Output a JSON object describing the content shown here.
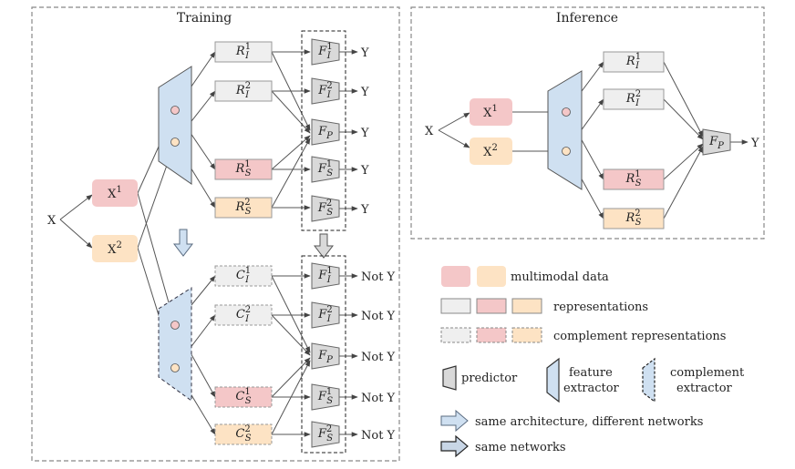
{
  "panels": {
    "training_title": "Training",
    "inference_title": "Inference"
  },
  "training": {
    "input": "X",
    "x1": "X1",
    "x2": "X2",
    "reps": [
      {
        "base": "R",
        "sub": "I",
        "sup": "1"
      },
      {
        "base": "R",
        "sub": "I",
        "sup": "2"
      },
      {
        "base": "R",
        "sub": "S",
        "sup": "1"
      },
      {
        "base": "R",
        "sub": "S",
        "sup": "2"
      }
    ],
    "comp_reps": [
      {
        "base": "C",
        "sub": "I",
        "sup": "1"
      },
      {
        "base": "C",
        "sub": "I",
        "sup": "2"
      },
      {
        "base": "C",
        "sub": "S",
        "sup": "1"
      },
      {
        "base": "C",
        "sub": "S",
        "sup": "2"
      }
    ],
    "predictors": [
      {
        "base": "F",
        "sub": "I",
        "sup": "1"
      },
      {
        "base": "F",
        "sub": "I",
        "sup": "2"
      },
      {
        "base": "F",
        "sub": "P",
        "sup": ""
      },
      {
        "base": "F",
        "sub": "S",
        "sup": "1"
      },
      {
        "base": "F",
        "sub": "S",
        "sup": "2"
      }
    ],
    "output_top": "Y",
    "output_bottom": "Not Y"
  },
  "inference": {
    "input": "X",
    "x1": "X1",
    "x2": "X2",
    "reps": [
      {
        "base": "R",
        "sub": "I",
        "sup": "1"
      },
      {
        "base": "R",
        "sub": "I",
        "sup": "2"
      },
      {
        "base": "R",
        "sub": "S",
        "sup": "1"
      },
      {
        "base": "R",
        "sub": "S",
        "sup": "2"
      }
    ],
    "predictor": {
      "base": "F",
      "sub": "P",
      "sup": ""
    },
    "output": "Y"
  },
  "legend": {
    "multimodal": "multimodal data",
    "representations": "representations",
    "complement": "complement representations",
    "predictor": "predictor",
    "feature_line1": "feature",
    "feature_line2": "extractor",
    "complement_line1": "complement",
    "complement_line2": "extractor",
    "same_arch": "same architecture, different networks",
    "same_net": "same networks"
  },
  "colors": {
    "pink": "#f4c7c8",
    "peach": "#fde3c4",
    "gray_box": "#efefef",
    "extractor": "#cfe0f1",
    "predictor": "#d9d9d9"
  }
}
